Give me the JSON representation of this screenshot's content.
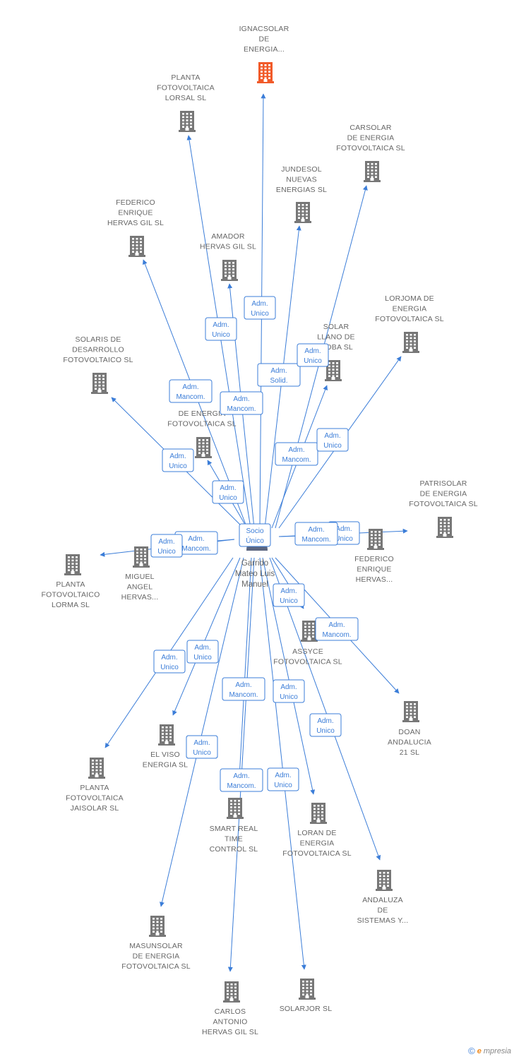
{
  "colors": {
    "edge": "#3b7dd8",
    "building": "#777777",
    "building_highlight": "#f15a29",
    "label": "#666666",
    "center": "#5b6680"
  },
  "center": {
    "label": [
      "Garrido",
      "Mateo Luis",
      "Manuel"
    ],
    "icon": "person-icon"
  },
  "nodes": [
    {
      "id": "ignacsolar",
      "label": [
        "IGNACSOLAR",
        "DE",
        "ENERGIA..."
      ],
      "highlight": true
    },
    {
      "id": "lorsal",
      "label": [
        "PLANTA",
        "FOTOVOLTAICA",
        "LORSAL SL"
      ]
    },
    {
      "id": "carsolar",
      "label": [
        "CARSOLAR",
        "DE ENERGIA",
        "FOTOVOLTAICA SL"
      ]
    },
    {
      "id": "jundesol",
      "label": [
        "JUNDESOL",
        "NUEVAS",
        "ENERGIAS SL"
      ]
    },
    {
      "id": "federico1",
      "label": [
        "FEDERICO",
        "ENRIQUE",
        "HERVAS GIL SL"
      ]
    },
    {
      "id": "amador",
      "label": [
        "AMADOR",
        "HERVAS GIL SL"
      ]
    },
    {
      "id": "lorjoma",
      "label": [
        "LORJOMA DE",
        "ENERGIA",
        "FOTOVOLTAICA SL"
      ]
    },
    {
      "id": "solar-llano",
      "label": [
        "SOLAR",
        "LLANO DE",
        "...OBA SL"
      ]
    },
    {
      "id": "solaris",
      "label": [
        "SOLARIS DE",
        "DESARROLLO",
        "FOTOVOLTAICO SL"
      ]
    },
    {
      "id": "energia-foto",
      "label": [
        "DE ENERGIA",
        "FOTOVOLTAICA SL"
      ]
    },
    {
      "id": "patrisolar",
      "label": [
        "PATRISOLAR",
        "DE ENERGIA",
        "FOTOVOLTAICA SL"
      ]
    },
    {
      "id": "federico2",
      "label": [
        "FEDERICO",
        "ENRIQUE",
        "HERVAS..."
      ]
    },
    {
      "id": "lorma",
      "label": [
        "PLANTA",
        "FOTOVOLTAICO",
        "LORMA SL"
      ]
    },
    {
      "id": "miguel",
      "label": [
        "MIGUEL",
        "ANGEL",
        "HERVAS..."
      ]
    },
    {
      "id": "assyce",
      "label": [
        "ASSYCE",
        "FOTOVOLTAICA SL"
      ]
    },
    {
      "id": "doan",
      "label": [
        "DOAN",
        "ANDALUCIA",
        "21  SL"
      ]
    },
    {
      "id": "jaisolar",
      "label": [
        "PLANTA",
        "FOTOVOLTAICA",
        "JAISOLAR SL"
      ]
    },
    {
      "id": "elviso",
      "label": [
        "EL VISO",
        "ENERGIA SL"
      ]
    },
    {
      "id": "smart",
      "label": [
        "SMART REAL",
        "TIME",
        "CONTROL SL"
      ]
    },
    {
      "id": "loran",
      "label": [
        "LORAN DE",
        "ENERGIA",
        "FOTOVOLTAICA SL"
      ]
    },
    {
      "id": "andaluza",
      "label": [
        "ANDALUZA",
        "DE",
        "SISTEMAS Y..."
      ]
    },
    {
      "id": "masunsolar",
      "label": [
        "MASUNSOLAR",
        "DE ENERGIA",
        "FOTOVOLTAICA SL"
      ]
    },
    {
      "id": "carlos",
      "label": [
        "CARLOS",
        "ANTONIO",
        "HERVAS GIL SL"
      ]
    },
    {
      "id": "solarjor",
      "label": [
        "SOLARJOR SL"
      ]
    }
  ],
  "roles": [
    [
      "Adm.",
      "Unico"
    ],
    [
      "Adm.",
      "Unico"
    ],
    [
      "Adm.",
      "Solid."
    ],
    [
      "Adm.",
      "Unico"
    ],
    [
      "Adm.",
      "Mancom."
    ],
    [
      "Adm.",
      "Mancom."
    ],
    [
      "Adm.",
      "Unico"
    ],
    [
      "Adm.",
      "Mancom."
    ],
    [
      "Adm.",
      "Unico"
    ],
    [
      "Adm.",
      "Unico"
    ],
    [
      "Socio",
      "Único"
    ],
    [
      "Adm.",
      "Unico"
    ],
    [
      "Adm.",
      "Mancom."
    ],
    [
      "Adm.",
      "Unico"
    ],
    [
      "Adm.",
      "Mancom."
    ],
    [
      "Adm.",
      "Unico"
    ],
    [
      "Adm.",
      "Mancom."
    ],
    [
      "Adm.",
      "Unico"
    ],
    [
      "Adm.",
      "Unico"
    ],
    [
      "Adm.",
      "Mancom."
    ],
    [
      "Adm.",
      "Unico"
    ],
    [
      "Adm.",
      "Unico"
    ],
    [
      "Adm.",
      "Unico"
    ],
    [
      "Adm.",
      "Mancom."
    ],
    [
      "Adm.",
      "Unico"
    ],
    [
      "Adm.",
      "Unico"
    ]
  ],
  "footer": {
    "copyright": "©",
    "brand_initial": "e",
    "brand_rest": "mpresia"
  }
}
